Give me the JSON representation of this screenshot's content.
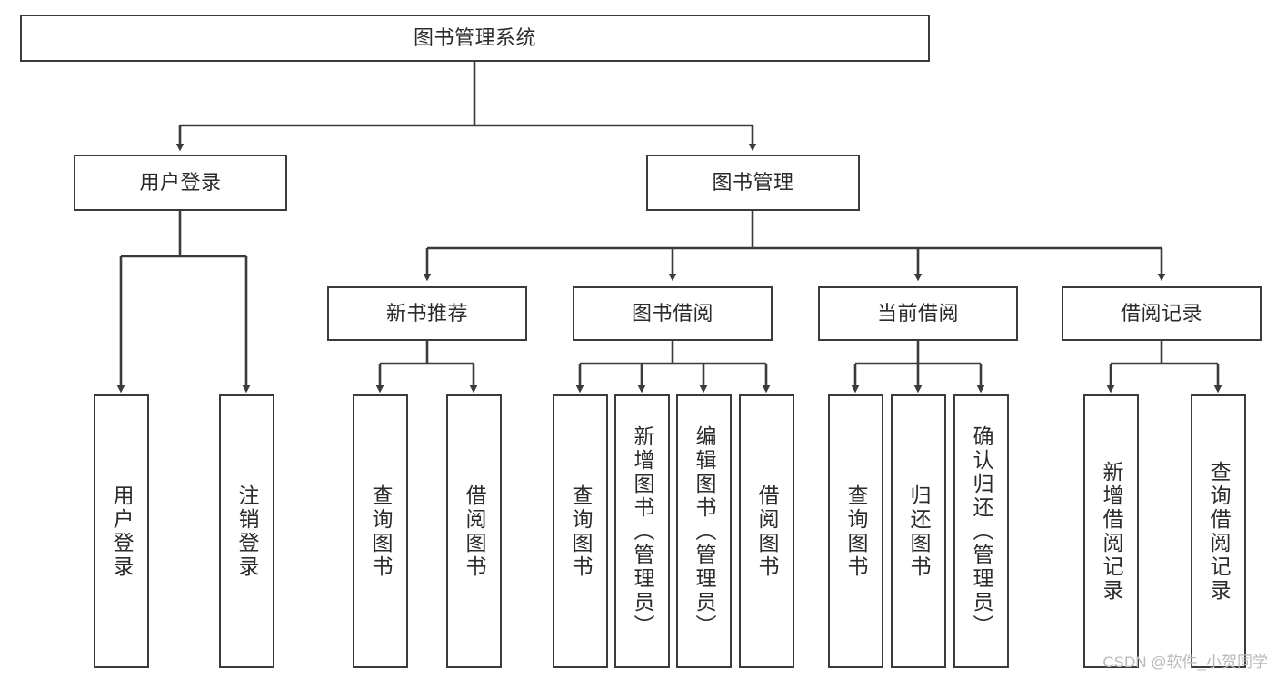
{
  "diagram": {
    "title": "图书管理系统",
    "type": "tree-hierarchy",
    "watermark": "CSDN @软件_小贺同学",
    "colors": {
      "border": "#3b3b3b",
      "text": "#2b2b2b",
      "background": "#ffffff",
      "watermark": "#b9b9b9"
    },
    "nodes": {
      "root": {
        "label": "图书管理系统"
      },
      "level1": [
        {
          "label": "用户登录"
        },
        {
          "label": "图书管理"
        }
      ],
      "level2": [
        {
          "label": "新书推荐"
        },
        {
          "label": "图书借阅"
        },
        {
          "label": "当前借阅"
        },
        {
          "label": "借阅记录"
        }
      ],
      "leaves": [
        {
          "label": "用户登录",
          "parent": "用户登录"
        },
        {
          "label": "注销登录",
          "parent": "用户登录"
        },
        {
          "label": "查询图书",
          "parent": "新书推荐"
        },
        {
          "label": "借阅图书",
          "parent": "新书推荐"
        },
        {
          "label": "查询图书",
          "parent": "图书借阅"
        },
        {
          "label": "新增图书（管理员）",
          "parent": "图书借阅"
        },
        {
          "label": "编辑图书（管理员）",
          "parent": "图书借阅"
        },
        {
          "label": "借阅图书",
          "parent": "图书借阅"
        },
        {
          "label": "查询图书",
          "parent": "当前借阅"
        },
        {
          "label": "归还图书",
          "parent": "当前借阅"
        },
        {
          "label": "确认归还（管理员）",
          "parent": "当前借阅"
        },
        {
          "label": "新增借阅记录",
          "parent": "借阅记录"
        },
        {
          "label": "查询借阅记录",
          "parent": "借阅记录"
        }
      ]
    }
  }
}
